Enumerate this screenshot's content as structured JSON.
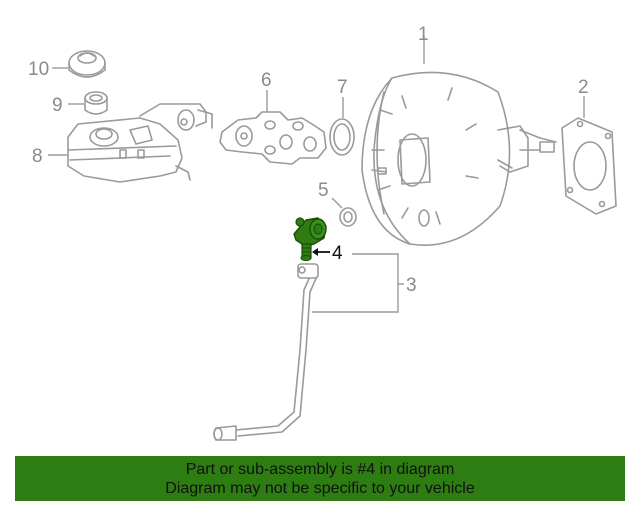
{
  "callouts": {
    "c1": "1",
    "c2": "2",
    "c3": "3",
    "c4": "4",
    "c5": "5",
    "c6": "6",
    "c7": "7",
    "c8": "8",
    "c9": "9",
    "c10": "10"
  },
  "highlighted_part": "4",
  "colors": {
    "highlight": "#2e7d12",
    "line_art": "#9a9a9a",
    "banner_bg": "#2e7d12"
  },
  "banner": {
    "line1": "Part or sub-assembly is #4 in diagram",
    "line2": "Diagram may not be specific to your vehicle"
  }
}
